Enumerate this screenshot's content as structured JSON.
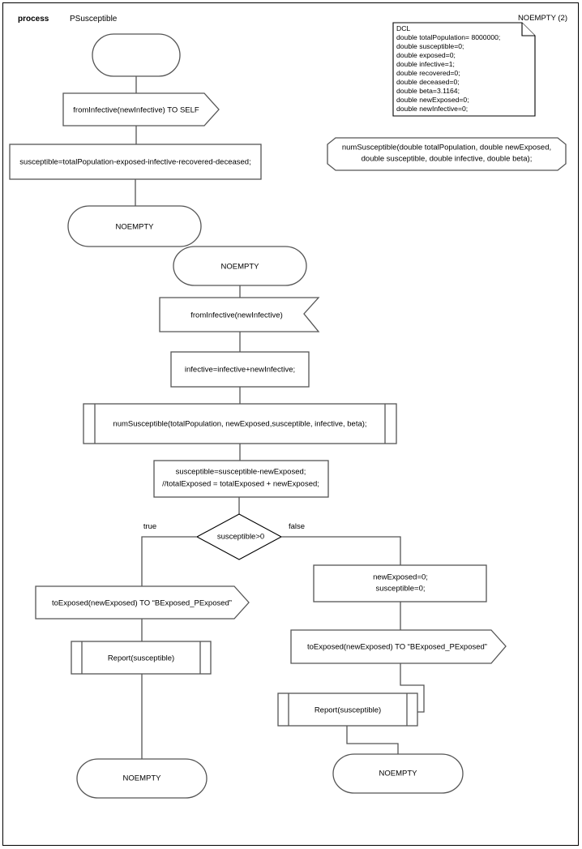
{
  "diagram": {
    "kind": "sdl-process-flowchart",
    "header": {
      "keyword": "process",
      "name": "PSusceptible"
    },
    "note": {
      "corner_label": "NOEMPTY (2)",
      "title": "DCL",
      "lines": [
        "double totalPopulation= 8000000;",
        "double susceptible=0;",
        "double exposed=0;",
        "double infective=1;",
        "double recovered=0;",
        "double deceased=0;",
        "double beta=3.1164;",
        "double newExposed=0;",
        "double newInfective=0;"
      ]
    },
    "procedure_decl": {
      "line1": "numSusceptible(double totalPopulation, double newExposed,",
      "line2": "double susceptible, double infective, double beta);"
    },
    "nodes": {
      "start_state": "",
      "output_self": "fromInfective(newInfective) TO SELF",
      "task_susceptible": "susceptible=totalPopulation-exposed-infective-recovered-deceased;",
      "state_noempty_1": "NOEMPTY",
      "state_noempty_2": "NOEMPTY",
      "input_frominfective": "fromInfective(newInfective)",
      "task_infective": "infective=infective+newInfective;",
      "call_numsusceptible": "numSusceptible(totalPopulation, newExposed,susceptible, infective, beta);",
      "task_susceptible_2_line1": "susceptible=susceptible-newExposed;",
      "task_susceptible_2_line2": "//totalExposed = totalExposed + newExposed;",
      "decision": "susceptible>0",
      "branch_true": "true",
      "branch_false": "false",
      "output_toexposed_left": "toExposed(newExposed) TO “BExposed_PExposed”",
      "call_report_left": "Report(susceptible)",
      "state_noempty_left": "NOEMPTY",
      "task_reset_line1": "newExposed=0;",
      "task_reset_line2": "susceptible=0;",
      "output_toexposed_right": "toExposed(newExposed) TO “BExposed_PExposed”",
      "call_report_right": "Report(susceptible)",
      "state_noempty_right": "NOEMPTY"
    },
    "colors": {
      "background": "#ffffff",
      "stroke": "#555555",
      "stroke_dark": "#000000",
      "text": "#000000"
    }
  }
}
